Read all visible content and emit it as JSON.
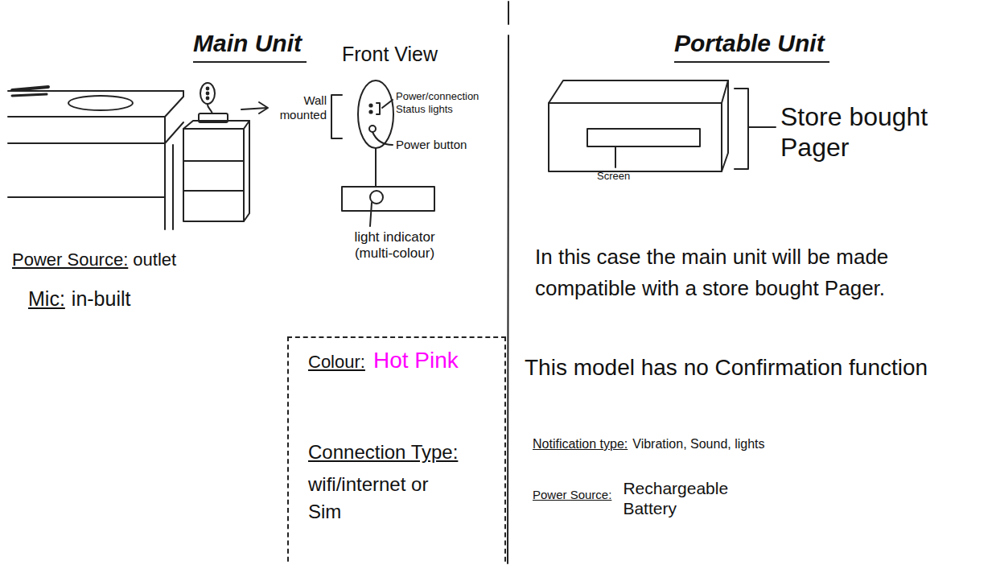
{
  "diagram": {
    "nodes": [
      {
        "text": [
          "Colour:",
          "Hot Pink",
          "Connection Type:",
          "wifi/internet or Sim"
        ]
      }
    ],
    "labels": [
      "Main Unit",
      "Front View",
      "Wall mounted",
      "Power/connection Status lights",
      "Power button",
      "light indicator (multi-colour)",
      "Power Source:",
      "outlet",
      "Mic:",
      "in-built",
      "Portable Unit",
      "Screen",
      "Store bought Pager",
      "In this case the main unit will be made compatible with a store bought Pager.",
      "This model has no Confirmation function",
      "Notification type:",
      "Vibration, Sound, lights",
      "Power Source:",
      "Rechargeable Battery"
    ]
  }
}
